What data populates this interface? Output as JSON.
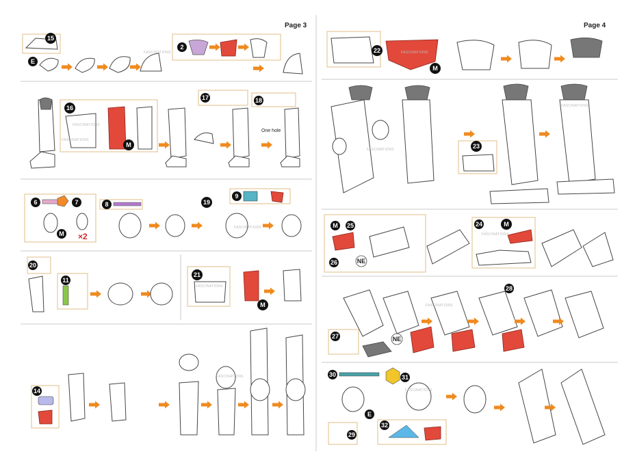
{
  "pages": {
    "left": {
      "label": "Page 3"
    },
    "right": {
      "label": "Page 4"
    }
  },
  "watermark": "FASCINATIONS",
  "steps": {
    "s2": "2",
    "s6": "6",
    "s7": "7",
    "s8": "8",
    "s9": "9",
    "s11": "11",
    "s14": "14",
    "s15": "15",
    "s16": "16",
    "s17": "17",
    "s18": "18",
    "s19": "19",
    "s20": "20",
    "s21": "21",
    "s22": "22",
    "s23": "23",
    "s24": "24",
    "s25": "25",
    "s26": "26",
    "s27": "27",
    "s28": "28",
    "s29": "29",
    "s30": "30",
    "s31": "31",
    "s32": "32"
  },
  "markers": {
    "m": "M",
    "e": "E",
    "ne": "NE"
  },
  "labels": {
    "one_hole": "One hole",
    "times_two": "×2"
  },
  "colors": {
    "arrow": "#ef8a1f",
    "accent_red": "#e2493a",
    "frame": "#e6c89a",
    "badge": "#111111"
  }
}
